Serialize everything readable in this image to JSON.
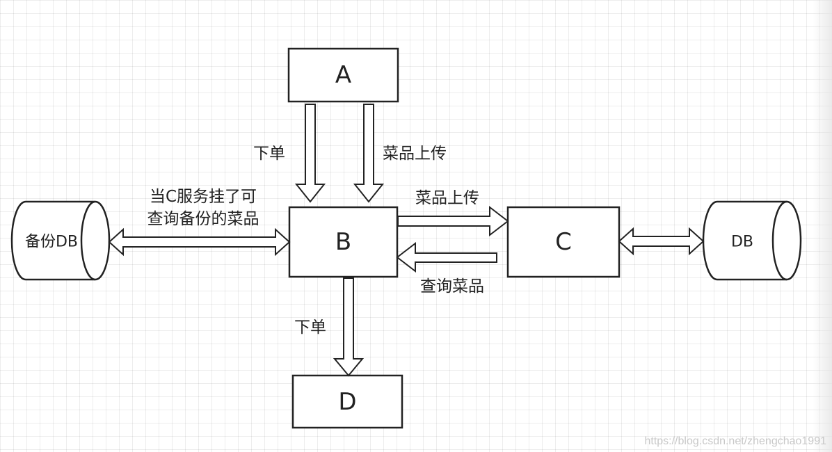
{
  "nodes": {
    "a": {
      "label": "A"
    },
    "b": {
      "label": "B"
    },
    "c": {
      "label": "C"
    },
    "d": {
      "label": "D"
    },
    "backup_db": {
      "label": "备份DB"
    },
    "db": {
      "label": "DB"
    }
  },
  "edges": {
    "a_to_b_order": {
      "label": "下单"
    },
    "a_to_b_upload": {
      "label": "菜品上传"
    },
    "b_to_c_upload": {
      "label": "菜品上传"
    },
    "c_to_b_query": {
      "label": "查询菜品"
    },
    "b_to_d_order": {
      "label": "下单"
    },
    "backup_b": {
      "label_line1": "当C服务挂了可",
      "label_line2": "查询备份的菜品"
    }
  },
  "watermark": "https://blog.csdn.net/zhengchao1991",
  "colors": {
    "stroke": "#222222",
    "grid": "#e6e6e6",
    "background": "#ffffff"
  }
}
